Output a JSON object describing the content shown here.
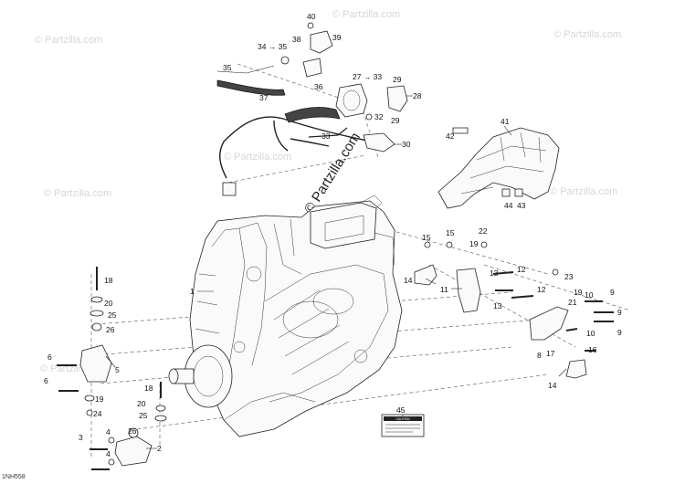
{
  "watermarks": [
    "© Partzilla.com",
    "© Partzilla.com",
    "© Partzilla.com",
    "© Partzilla.com",
    "© Partzilla.com",
    "© Partzilla.com",
    "© Partzilla.com"
  ],
  "center_watermark": "© Partzilla.com",
  "drawing_code": "1NH558",
  "callouts": {
    "c1": "1",
    "c2": "2",
    "c3": "3",
    "c4": "4",
    "c4b": "4",
    "c5": "5",
    "c6a": "6",
    "c6b": "6",
    "c8": "8",
    "c9a": "9",
    "c9b": "9",
    "c9c": "9",
    "c10a": "10",
    "c10b": "10",
    "c11": "11",
    "c12a": "12",
    "c12b": "12",
    "c13a": "13",
    "c13b": "13",
    "c14a": "14",
    "c14b": "14",
    "c15a": "15",
    "c15b": "15",
    "c16": "16",
    "c17": "17",
    "c18a": "18",
    "c18b": "18",
    "c19a": "19",
    "c19b": "19",
    "c19c": "19",
    "c20a": "20",
    "c20b": "20",
    "c21": "21",
    "c22": "22",
    "c23": "23",
    "c24": "24",
    "c25a": "25",
    "c25b": "25",
    "c26a": "26",
    "c26b": "26",
    "c27": "27 → 33",
    "c28": "28",
    "c29a": "29",
    "c29b": "29",
    "c30": "30",
    "c32": "32",
    "c33": "33",
    "c34": "34 → 35",
    "c35": "35",
    "c36": "36",
    "c37": "37",
    "c38": "38",
    "c39": "39",
    "c40": "40",
    "c41": "41",
    "c42": "42",
    "c43": "43",
    "c44": "44",
    "c45": "45"
  },
  "caution_label": {
    "title": "CAUTION"
  },
  "colors": {
    "line": "#222222",
    "watermark": "#d6d6d6"
  },
  "icons": [
    "engine-block",
    "intake-manifold",
    "ecm-module",
    "engine-mount-bracket",
    "wiring-harness",
    "fuel-hose",
    "sensor",
    "bolt",
    "washer",
    "nut"
  ]
}
